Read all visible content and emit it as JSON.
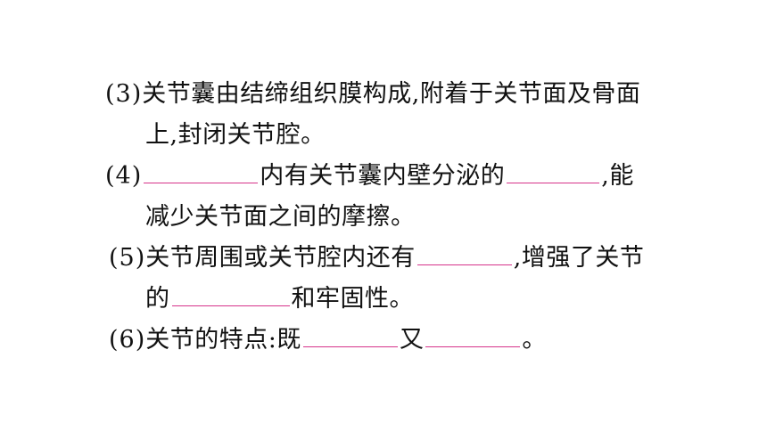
{
  "questions": [
    {
      "number": "(3)",
      "line1": "关节囊由结缔组织膜构成,附着于关节面及骨面",
      "line2": "上,封闭关节腔。"
    },
    {
      "number": "(4)",
      "text_a": "内有关节囊内壁分泌的",
      "text_b": ",能",
      "line2": "减少关节面之间的摩擦。"
    },
    {
      "number": "(5)",
      "text_a": "关节周围或关节腔内还有",
      "text_b": ",增强了关节",
      "line2_a": "的",
      "line2_b": "和牢固性。"
    },
    {
      "number": "(6)",
      "text_a": "关节的特点:既",
      "text_b": "又",
      "text_c": "。"
    }
  ],
  "colors": {
    "text": "#111111",
    "blank_underline": "#d6338a"
  }
}
